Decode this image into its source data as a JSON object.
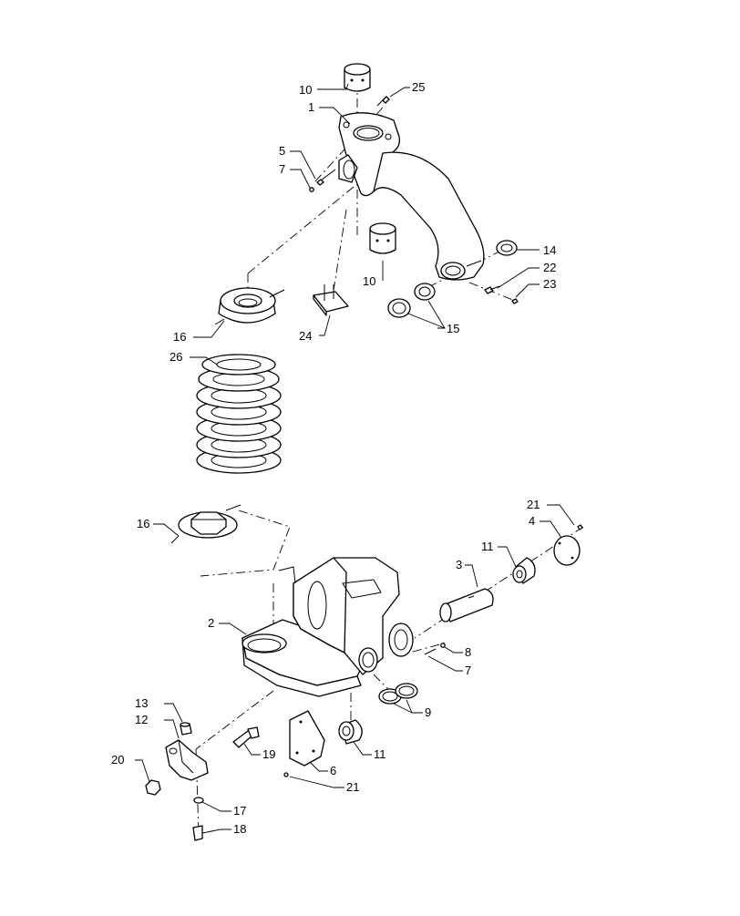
{
  "diagram": {
    "callouts": [
      {
        "id": "c1",
        "text": "1"
      },
      {
        "id": "c2",
        "text": "2"
      },
      {
        "id": "c3",
        "text": "3"
      },
      {
        "id": "c4",
        "text": "4"
      },
      {
        "id": "c5",
        "text": "5"
      },
      {
        "id": "c6",
        "text": "6"
      },
      {
        "id": "c7a",
        "text": "7"
      },
      {
        "id": "c7b",
        "text": "7"
      },
      {
        "id": "c8",
        "text": "8"
      },
      {
        "id": "c9",
        "text": "9"
      },
      {
        "id": "c10a",
        "text": "10"
      },
      {
        "id": "c10b",
        "text": "10"
      },
      {
        "id": "c11a",
        "text": "11"
      },
      {
        "id": "c11b",
        "text": "11"
      },
      {
        "id": "c12",
        "text": "12"
      },
      {
        "id": "c13",
        "text": "13"
      },
      {
        "id": "c14",
        "text": "14"
      },
      {
        "id": "c15",
        "text": "15"
      },
      {
        "id": "c16a",
        "text": "16"
      },
      {
        "id": "c16b",
        "text": "16"
      },
      {
        "id": "c17",
        "text": "17"
      },
      {
        "id": "c18",
        "text": "18"
      },
      {
        "id": "c19",
        "text": "19"
      },
      {
        "id": "c20",
        "text": "20"
      },
      {
        "id": "c21a",
        "text": "21"
      },
      {
        "id": "c21b",
        "text": "21"
      },
      {
        "id": "c22",
        "text": "22"
      },
      {
        "id": "c23",
        "text": "23"
      },
      {
        "id": "c24",
        "text": "24"
      },
      {
        "id": "c25",
        "text": "25"
      },
      {
        "id": "c26",
        "text": "26"
      }
    ]
  }
}
